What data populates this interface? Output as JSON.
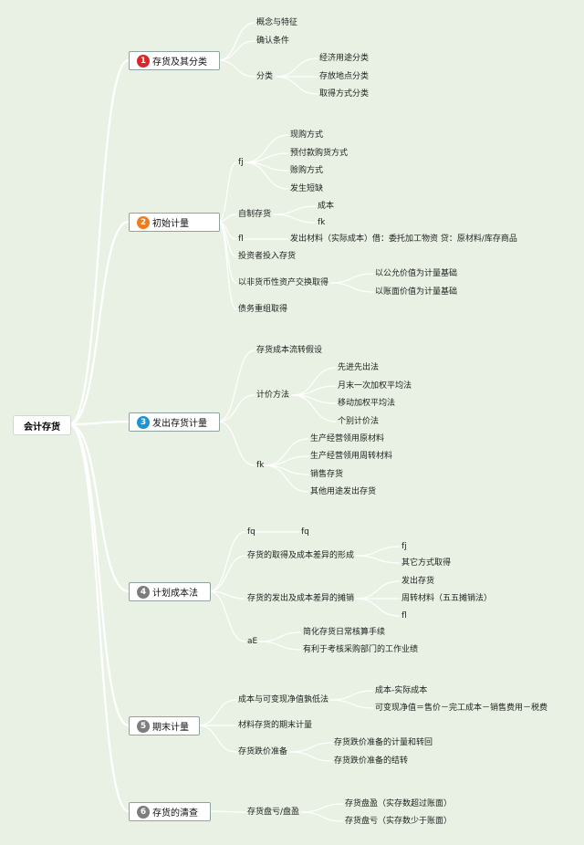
{
  "root": "会计存货",
  "colors": {
    "wire": "#ffffff",
    "b1": "#d9262b",
    "b2": "#f07a1d",
    "b3": "#1c93d6",
    "b4": "#7d7d7d",
    "b5": "#7d7d7d",
    "b6": "#7d7d7d"
  },
  "branches": [
    {
      "num": "1",
      "label": "存货及其分类"
    },
    {
      "num": "2",
      "label": "初始计量"
    },
    {
      "num": "3",
      "label": "发出存货计量"
    },
    {
      "num": "4",
      "label": "计划成本法"
    },
    {
      "num": "5",
      "label": "期末计量"
    },
    {
      "num": "6",
      "label": "存货的清查"
    }
  ],
  "nodes": {
    "b1": {
      "concept": "概念与特征",
      "confirm": "确认条件",
      "classify": "分类",
      "classify_items": [
        "经济用途分类",
        "存放地点分类",
        "取得方式分类"
      ]
    },
    "b2": {
      "fj": "fj",
      "fj_items": [
        "现购方式",
        "预付款购货方式",
        "赊购方式",
        "发生短缺"
      ],
      "self_made": "自制存货",
      "self_items": [
        "成本",
        "fk"
      ],
      "fl": "fl",
      "fl_item": "发出材料（实际成本）借：委托加工物资 贷：原材料/库存商品",
      "investor": "投资者投入存货",
      "nonmonetary": "以非货币性资产交换取得",
      "nonmonetary_items": [
        "以公允价值为计量基础",
        "以账面价值为计量基础"
      ],
      "debt": "债务重组取得"
    },
    "b3": {
      "assumption": "存货成本流转假设",
      "pricing": "计价方法",
      "pricing_items": [
        "先进先出法",
        "月末一次加权平均法",
        "移动加权平均法",
        "个别计价法"
      ],
      "fk": "fk",
      "fk_items": [
        "生产经营领用原材料",
        "生产经营领用周转材料",
        "销售存货",
        "其他用途发出存货"
      ]
    },
    "b4": {
      "fq": "fq",
      "fq2": "fq",
      "acquire": "存货的取得及成本差异的形成",
      "acquire_items": [
        "fj",
        "其它方式取得"
      ],
      "issue": "存货的发出及成本差异的摊销",
      "issue_items": [
        "发出存货",
        "周转材料（五五摊销法）",
        "fl"
      ],
      "ae": "aE",
      "ae_items": [
        "简化存货日常核算手续",
        "有利于考核采购部门的工作业绩"
      ]
    },
    "b5": {
      "lower": "成本与可变现净值孰低法",
      "lower_items": [
        "成本-实际成本",
        "可变现净值＝售价－完工成本－销售费用－税费"
      ],
      "material": "材料存货的期末计量",
      "reserve": "存货跌价准备",
      "reserve_items": [
        "存货跌价准备的计量和转回",
        "存货跌价准备的结转"
      ]
    },
    "b6": {
      "inventory": "存货盘亏/盘盈",
      "inventory_items": [
        "存货盘盈（实存数超过账面）",
        "存货盘亏（实存数少于账面）"
      ]
    }
  }
}
